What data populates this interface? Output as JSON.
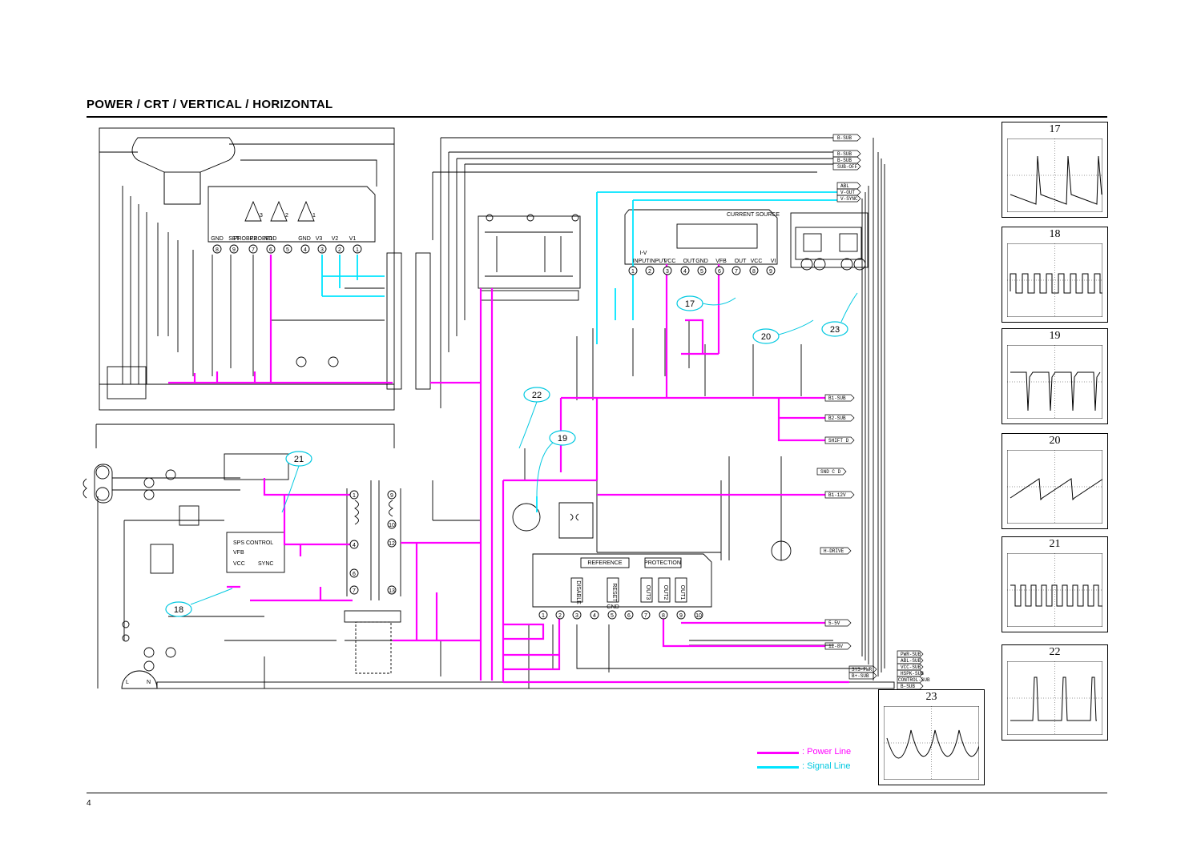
{
  "page": {
    "title": "POWER / CRT / VERTICAL / HORIZONTAL",
    "page_number": "4"
  },
  "legend": {
    "power_line": ": Power Line",
    "signal_line": ": Signal Line",
    "power_color": "#ff00ff",
    "signal_color": "#00e5ff"
  },
  "callouts": [
    "17",
    "18",
    "19",
    "20",
    "21",
    "22",
    "23"
  ],
  "waveforms": [
    {
      "label": "17",
      "shape": "sawtooth"
    },
    {
      "label": "18",
      "shape": "square"
    },
    {
      "label": "19",
      "shape": "pulse-negative"
    },
    {
      "label": "20",
      "shape": "ramp"
    },
    {
      "label": "21",
      "shape": "square-fast"
    },
    {
      "label": "22",
      "shape": "pulse-positive"
    },
    {
      "label": "23",
      "shape": "parabola"
    }
  ],
  "crt_board": {
    "pin_labels": [
      "GND",
      "SET",
      "PROBE2",
      "PROBE1",
      "VDD",
      "GND",
      "V3",
      "V2",
      "V1"
    ],
    "pin_numbers": [
      "8",
      "9",
      "7",
      "6",
      "5",
      "4",
      "3",
      "2",
      "1"
    ],
    "amp_labels": [
      "3",
      "2",
      "1"
    ]
  },
  "vertical_ic": {
    "pin_labels": [
      "INPUT",
      "INPUT",
      "VCC",
      "OUT",
      "GND",
      "VFB",
      "OUT",
      "VCC",
      "VI"
    ],
    "pin_numbers": [
      "1",
      "2",
      "3",
      "4",
      "5",
      "6",
      "7",
      "8",
      "9"
    ],
    "label_current_source": "CURRENT SOURCE",
    "label_iv": "I-V"
  },
  "smps_ic": {
    "label_control": "SPS CONTROL",
    "label_vfb": "VFB",
    "label_vcc": "VCC",
    "label_sync": "SYNC"
  },
  "regulator_ic": {
    "label_reference": "REFERENCE",
    "label_protection": "PROTECTION",
    "pin_labels": [
      "DISABLE",
      "RESET",
      "GND",
      "OUT3",
      "OUT2",
      "OUT1"
    ],
    "pin_numbers": [
      "1",
      "2",
      "3",
      "4",
      "5",
      "6",
      "7",
      "8",
      "9",
      "10"
    ]
  },
  "transformer_pins": [
    "1",
    "4",
    "6",
    "7",
    "9",
    "10",
    "12",
    "13"
  ],
  "ac_input": {
    "l": "L",
    "n": "N"
  },
  "bus_tags_top": [
    "B-SUB",
    "B-SUB",
    "B-SUB",
    "SUB-OFF",
    "ABL",
    "V-OUT",
    "V-SYNC"
  ],
  "bus_tags_mid": [
    "B1-SUB",
    "B2-SUB",
    "SHIFT D",
    "SND C D",
    "B1-12V",
    "H-DRIVE",
    "5-5V",
    "12-8V"
  ],
  "bus_tags_bottom": [
    "PWR-SUB",
    "ABL-SUB",
    "VCC-SUB",
    "HSPK-SUB",
    "CONTROL-SUB",
    "SYS-PWR",
    "B+-SUB",
    "B-SUB"
  ]
}
